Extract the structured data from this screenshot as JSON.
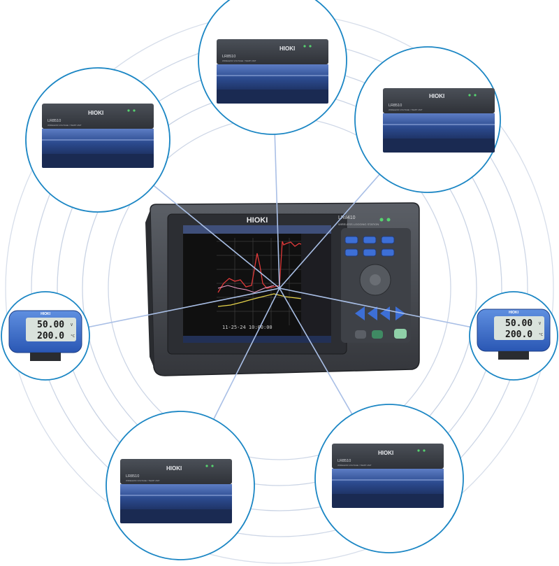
{
  "brand": "HIOKI",
  "main_unit": {
    "model": "LR8410",
    "subtitle": "WIRELESS LOGGING STATION",
    "screen_timestamp": "11-25-24 10:00:00"
  },
  "module": {
    "model": "LR8510",
    "subtitle": "WIRELESS VOLTAGE / TEMP UNIT"
  },
  "mini_logger": {
    "reading_1": "50.00",
    "unit_1": "V",
    "reading_2": "200.0",
    "unit_2": "°C"
  },
  "colors": {
    "ring": "#c9d3e4",
    "badge_border": "#1b86c4",
    "spoke": "#a9bfe6",
    "module_body": "#3b3f46",
    "module_terminal": "#2c4b8f",
    "unit_body": "#4a4d53",
    "screen_bg": "#101010",
    "trace_red": "#e03a3a",
    "trace_yellow": "#e5d24a",
    "key_blue": "#3d6fd6",
    "lcd": "#d9e2dc"
  }
}
